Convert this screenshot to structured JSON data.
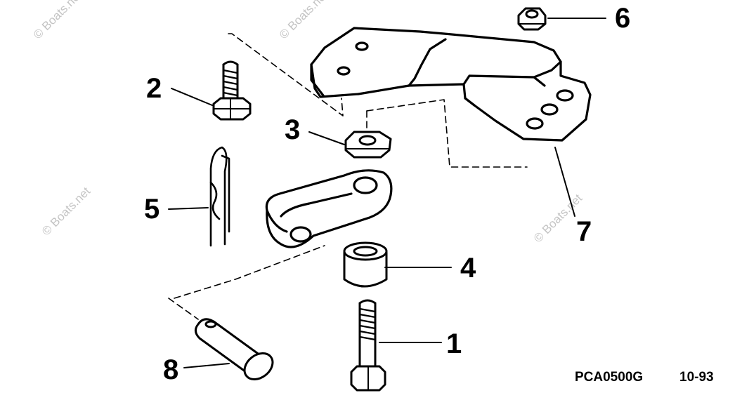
{
  "watermark": "© Boats.net",
  "callouts": {
    "c1": "1",
    "c2": "2",
    "c3": "3",
    "c4": "4",
    "c5": "5",
    "c6": "6",
    "c7": "7",
    "c8": "8"
  },
  "footer": {
    "part_code": "PCA0500G",
    "date_code": "10-93"
  },
  "colors": {
    "ink": "#000000",
    "watermark": "#c4c4c4",
    "background": "#ffffff"
  }
}
